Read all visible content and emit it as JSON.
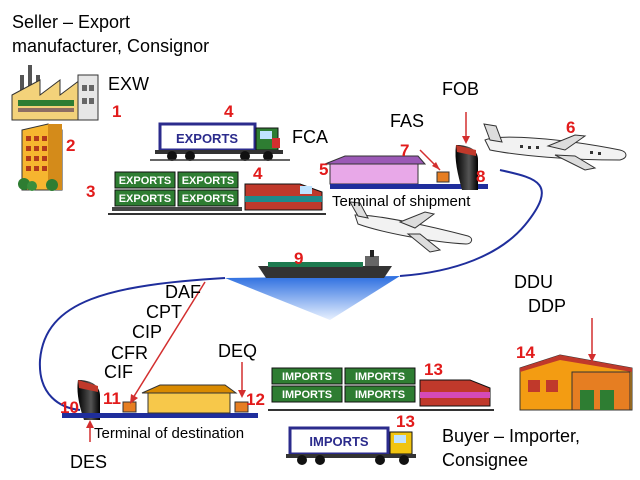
{
  "seller": {
    "line1": "Seller – Export",
    "line2": "manufacturer, Consignor"
  },
  "buyer": {
    "line1": "Buyer – Importer,",
    "line2": "Consignee"
  },
  "terms": {
    "exw": "EXW",
    "fca": "FCA",
    "fas": "FAS",
    "fob": "FOB",
    "daf": "DAF",
    "cpt": "CPT",
    "cip": "CIP",
    "cfr": "CFR",
    "cif": "CIF",
    "deq": "DEQ",
    "ddu": "DDU",
    "ddp": "DDP",
    "des": "DES"
  },
  "places": {
    "shipment": "Terminal of shipment",
    "destination": "Terminal of destination"
  },
  "numbers": {
    "n1": "1",
    "n2": "2",
    "n3": "3",
    "n4a": "4",
    "n4b": "4",
    "n5": "5",
    "n6": "6",
    "n7": "7",
    "n8": "8",
    "n9": "9",
    "n10": "10",
    "n11": "11",
    "n12": "12",
    "n13a": "13",
    "n13b": "13",
    "n14": "14"
  },
  "vehicle_labels": {
    "exports_truck": "EXPORTS",
    "exports_wagon": "EXPORTS",
    "imports_truck": "IMPORTS",
    "imports_wagon": "IMPORTS"
  },
  "colors": {
    "number": "#e21b1b",
    "route": "#1f2e9c",
    "sea": "#1a56c8"
  }
}
